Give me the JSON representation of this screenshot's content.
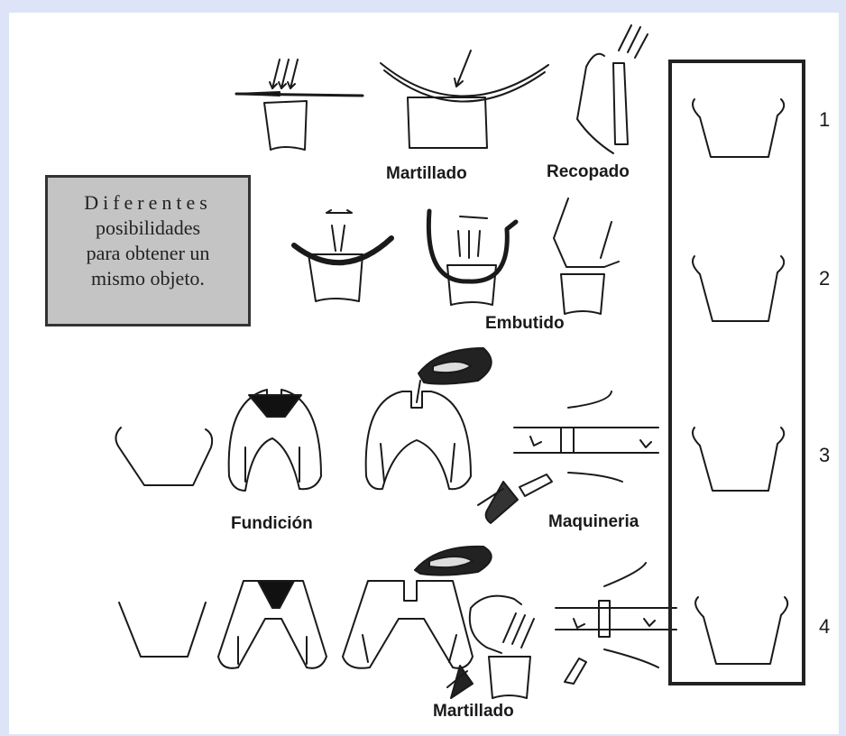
{
  "note": {
    "line1": "Diferentes",
    "line2": "posibilidades",
    "line3": "para obtener un",
    "line4": "mismo   objeto."
  },
  "labels": {
    "martillado_top": "Martillado",
    "recopado": "Recopado",
    "embutido": "Embutido",
    "fundicion": "Fundición",
    "maquineria": "Maquineria",
    "martillado_bottom": "Martillado"
  },
  "results": {
    "n1": "1",
    "n2": "2",
    "n3": "3",
    "n4": "4"
  }
}
